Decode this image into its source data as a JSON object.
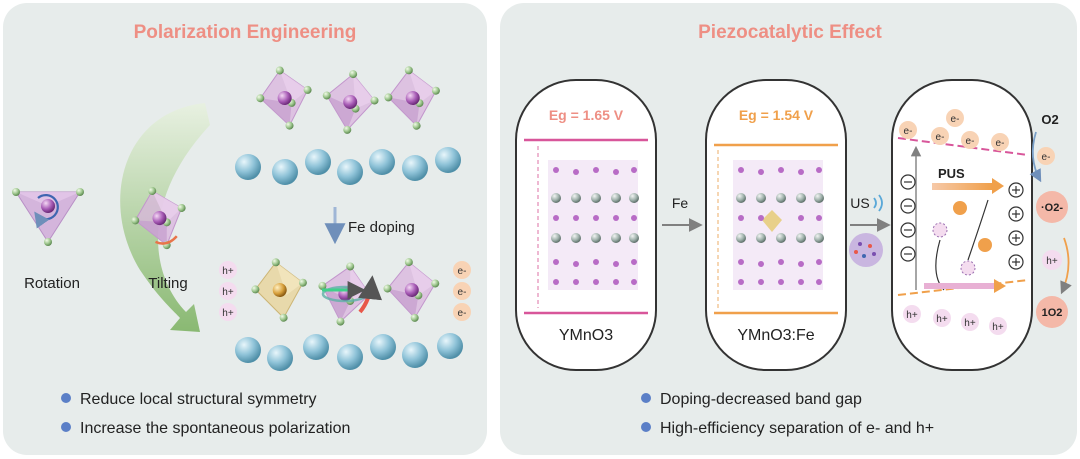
{
  "left_panel": {
    "title": "Polarization Engineering",
    "label_rotation": "Rotation",
    "label_tilting": "Tilting",
    "label_fe_doping": "Fe doping",
    "holes": [
      "h+",
      "h+",
      "h+"
    ],
    "electrons": [
      "e-",
      "e-",
      "e-"
    ],
    "bullets": [
      "Reduce local structural symmetry",
      "Increase the spontaneous polarization"
    ]
  },
  "right_panel": {
    "title": "Piezocatalytic Effect",
    "cell1": {
      "eg_label": "Eg = 1.65 V",
      "name": "YMnO3"
    },
    "arrow_fe_label": "Fe",
    "cell2": {
      "eg_label": "Eg = 1.54 V",
      "name": "YMnO3:Fe"
    },
    "arrow_us_label": "US",
    "cell3": {
      "pus_label": "PUS",
      "electrons": [
        "e-",
        "e-",
        "e-",
        "e-",
        "e-"
      ],
      "holes": [
        "h+",
        "h+",
        "h+",
        "h+"
      ]
    },
    "reactions": {
      "o2": "O2",
      "electron": "e-",
      "superoxide": "·O2-",
      "hole": "h+",
      "singlet": "1O2"
    },
    "bullets": [
      "Doping-decreased band gap",
      "High-efficiency separation of e- and h+"
    ]
  },
  "colors": {
    "panel_bg": "#e7eceb",
    "title": "#ee8f84",
    "pink_line": "#d8569a",
    "orange_line": "#f0a04b",
    "bullet_dot": "#5b7fc7",
    "cation": "#8fc3d8",
    "octahedron": "#cfa8d8"
  }
}
